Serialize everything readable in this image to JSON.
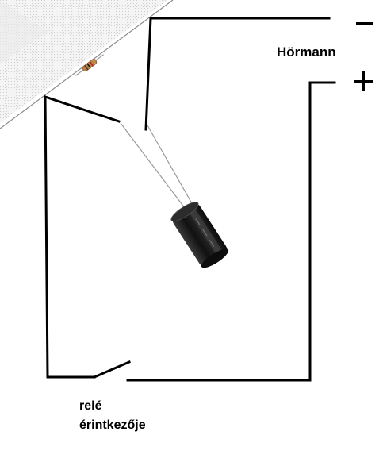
{
  "labels": {
    "brand": "Hörmann",
    "relay_line1": "relé",
    "relay_line2": "érintkezője"
  },
  "colors": {
    "wire": "#000000",
    "board": "#e6e6e6",
    "capacitor_body": "#1a1a1a",
    "lead": "#9a9a9a",
    "resistor": "#b9824a"
  },
  "components": {
    "terminal_negative": "minus-sign",
    "terminal_positive": "plus-sign",
    "capacitor": "electrolytic-capacitor",
    "resistor": "resistor",
    "relay_contact": "relay-contact-switch"
  }
}
